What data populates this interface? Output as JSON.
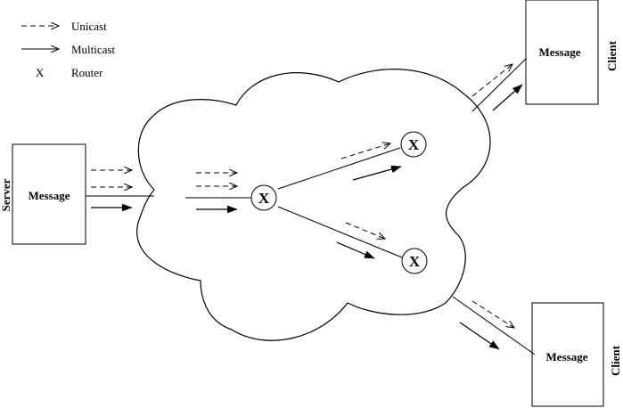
{
  "legend": {
    "unicast": "Unicast",
    "multicast": "Multicast",
    "router_symbol": "X",
    "router": "Router"
  },
  "server": {
    "side_label": "Server",
    "box_label": "Message"
  },
  "client_top": {
    "side_label": "Client",
    "box_label": "Message"
  },
  "client_bottom": {
    "side_label": "Client",
    "box_label": "Message"
  },
  "routers": {
    "center": "X",
    "upper": "X",
    "lower": "X"
  },
  "colors": {
    "stroke": "#000000",
    "background": "#ffffff"
  }
}
